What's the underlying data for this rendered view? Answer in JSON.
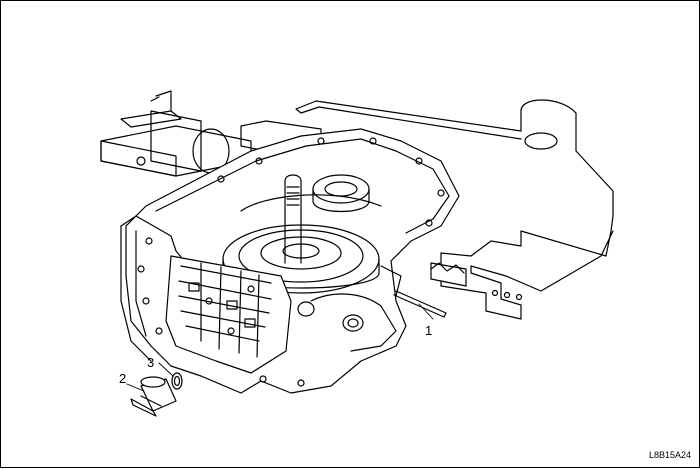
{
  "diagram": {
    "callouts": [
      {
        "id": "1",
        "label": "1"
      },
      {
        "id": "2",
        "label": "2"
      },
      {
        "id": "3",
        "label": "3"
      }
    ],
    "figure_code": "L8B15A24"
  }
}
